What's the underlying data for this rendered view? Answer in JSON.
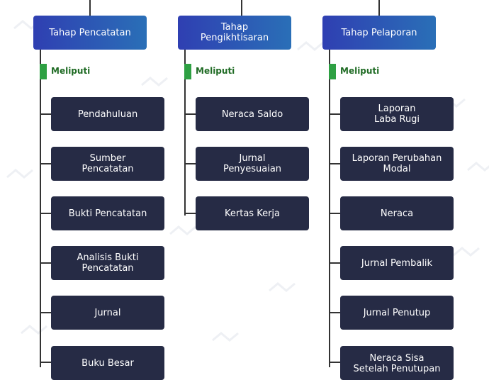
{
  "columns": [
    {
      "title": "Tahap Pencatatan",
      "tag": "Meliputi",
      "items": [
        "Pendahuluan",
        "Sumber\nPencatatan",
        "Bukti Pencatatan",
        "Analisis Bukti\nPencatatan",
        "Jurnal",
        "Buku Besar"
      ]
    },
    {
      "title": "Tahap\nPengikhtisaran",
      "tag": "Meliputi",
      "items": [
        "Neraca Saldo",
        "Jurnal\nPenyesuaian",
        "Kertas Kerja"
      ]
    },
    {
      "title": "Tahap Pelaporan",
      "tag": "Meliputi",
      "items": [
        "Laporan\nLaba Rugi",
        "Laporan Perubahan\nModal",
        "Neraca",
        "Jurnal Pembalik",
        "Jurnal Penutup",
        "Neraca Sisa\nSetelah Penutupan"
      ]
    }
  ],
  "colors": {
    "header_gradient_start": "#2f3fb2",
    "header_gradient_end": "#2a6fb7",
    "node_fill": "#262b45",
    "tag_accent": "#2ea043",
    "tag_text": "#1f6b24",
    "connector": "#333333"
  }
}
